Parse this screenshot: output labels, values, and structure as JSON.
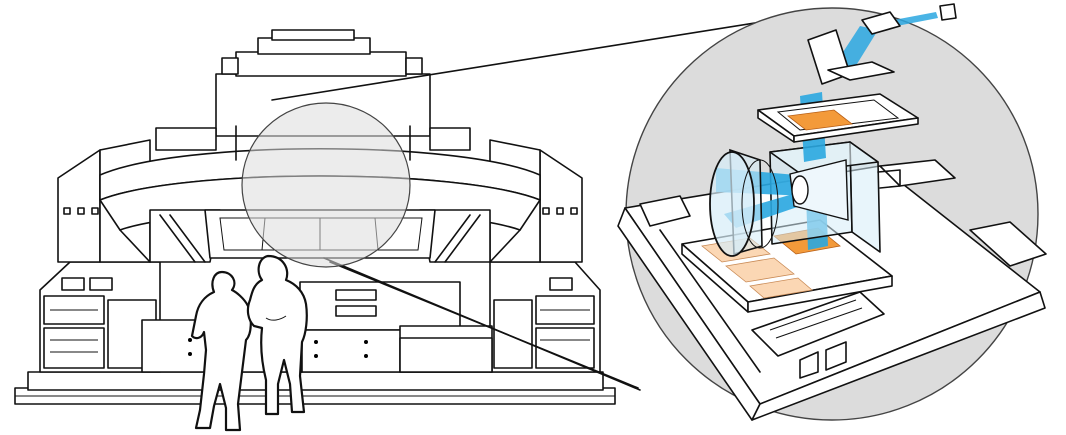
{
  "title": "",
  "figure": {
    "left_panel": "lithography-machine",
    "right_panel": "magnified-optical-path",
    "people_count": 2
  },
  "colors": {
    "beam": "#2aa7e0",
    "beam_light": "#7fd0f2",
    "wafer_orange": "#f39a3a",
    "wafer_peach": "#fbd7b4",
    "lens_fill": "#d6ecf8",
    "magnifier_gray": "#dcdcdc",
    "outline": "#111111"
  }
}
